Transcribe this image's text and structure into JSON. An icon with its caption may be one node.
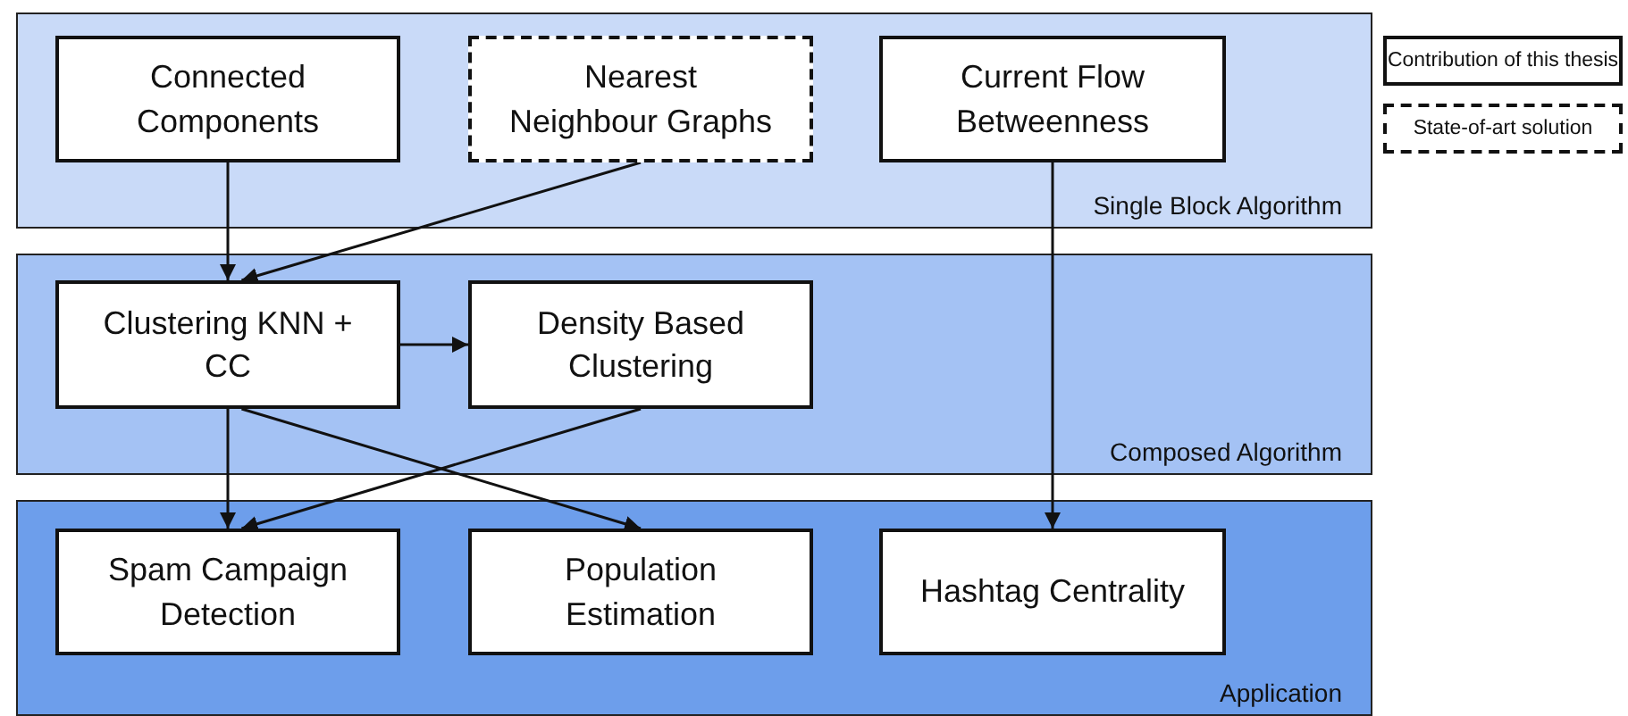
{
  "diagram": {
    "nodes": [
      {
        "text": [
          "Single Block Algorithm"
        ]
      },
      {
        "text": [
          "Connected Components"
        ],
        "in": 0
      },
      {
        "text": [
          "Nearest Neighbour Graphs"
        ],
        "in": 0
      },
      {
        "text": [
          "Current Flow Betweenness"
        ],
        "in": 0
      },
      {
        "text": [
          "Composed Algorithm"
        ]
      },
      {
        "text": [
          "Clustering KNN + CC"
        ],
        "in": 4
      },
      {
        "text": [
          "Density Based Clustering"
        ],
        "in": 4
      },
      {
        "text": [
          "Application"
        ]
      },
      {
        "text": [
          "Spam Campaign Detection"
        ],
        "in": 7
      },
      {
        "text": [
          "Population Estimation"
        ],
        "in": 7
      },
      {
        "text": [
          "Hashtag Centrality"
        ],
        "in": 7
      }
    ],
    "edges": [
      {
        "from": 1,
        "to": 5,
        "arrow": "to"
      },
      {
        "from": 2,
        "to": 5,
        "arrow": "to"
      },
      {
        "from": 3,
        "to": 10,
        "arrow": "to"
      },
      {
        "from": 5,
        "to": 6,
        "arrow": "to"
      },
      {
        "from": 5,
        "to": 8,
        "arrow": "to"
      },
      {
        "from": 5,
        "to": 9,
        "arrow": "to"
      },
      {
        "from": 6,
        "to": 8,
        "arrow": "to"
      }
    ],
    "legend": [
      {
        "text": "Contribution of this thesis"
      },
      {
        "text": "State-of-art solution"
      }
    ]
  }
}
